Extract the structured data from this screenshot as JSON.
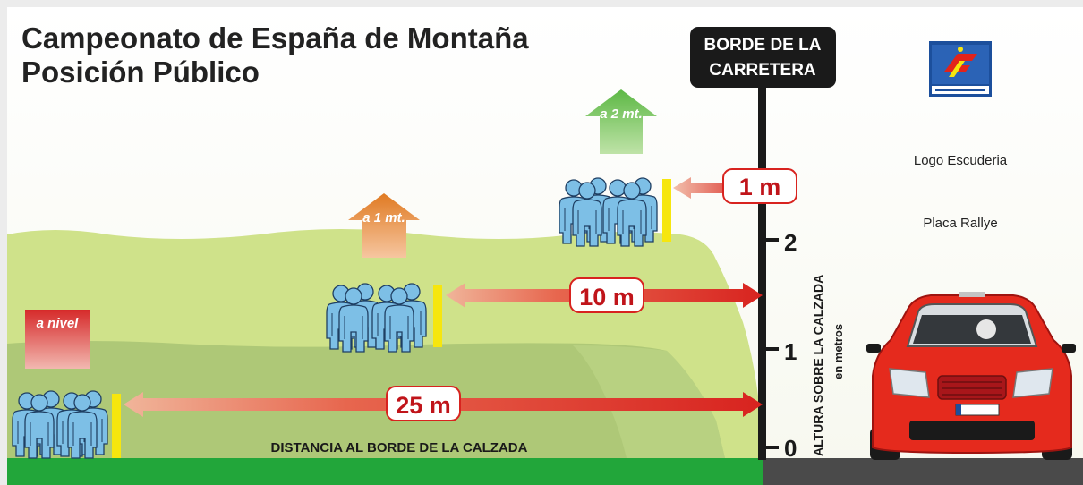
{
  "title": {
    "line1": "Campeonato de España de Montaña",
    "line2": "Posición Público"
  },
  "post_sign": {
    "line1": "BORDE DE LA",
    "line2": "CARRETERA"
  },
  "side_panel": {
    "logo_escuderia": "Logo Escuderia",
    "placa_rallye": "Placa Rallye"
  },
  "groups": [
    {
      "tag": "a nivel",
      "distance": "25 m",
      "tag_color": "#d62a2a"
    },
    {
      "tag": "a 1 mt.",
      "distance": "10 m",
      "tag_color": "#e07a22"
    },
    {
      "tag": "a 2 mt.",
      "distance": "1 m",
      "tag_color": "#4fae3c"
    }
  ],
  "height_axis": {
    "label": "ALTURA SOBRE LA CALZADA",
    "sublabel": "en metros",
    "ticks": [
      "0",
      "1",
      "2"
    ]
  },
  "ground_label": "DISTANCIA AL BORDE DE LA CALZADA",
  "colors": {
    "grass": "#22a63a",
    "road": "#4a4a4a",
    "hill_light": "#cfe28a",
    "hill_dark": "#aec877",
    "person": "#7dbfe6",
    "marker": "#f6e60e",
    "arrow": "#d8231f"
  }
}
